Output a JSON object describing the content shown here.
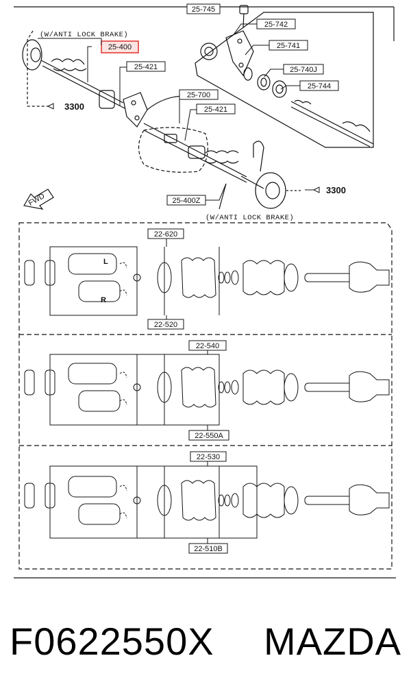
{
  "diagram": {
    "top_note": "(W/ANTI LOCK BRAKE)",
    "bottom_note": "(W/ANTI LOCK BRAKE)",
    "fwd": "FWD",
    "ref_left": "3300",
    "ref_right": "3300",
    "labels": {
      "p25745": "25-745",
      "p25742": "25-742",
      "p25400": "25-400",
      "p25741": "25-741",
      "p25421a": "25-421",
      "p25740j": "25-740J",
      "p25744": "25-744",
      "p25700": "25-700",
      "p25421b": "25-421",
      "p25400z": "25-400Z",
      "p22620": "22-620",
      "p22520": "22-520",
      "p22540": "22-540",
      "p22550a": "22-550A",
      "p22530": "22-530",
      "p22510b": "22-510B"
    },
    "joint_l": "L",
    "joint_r": "R",
    "highlight_color": "#e0322b"
  },
  "caption": {
    "part_number": "F0622550X",
    "brand": "MAZDA"
  }
}
